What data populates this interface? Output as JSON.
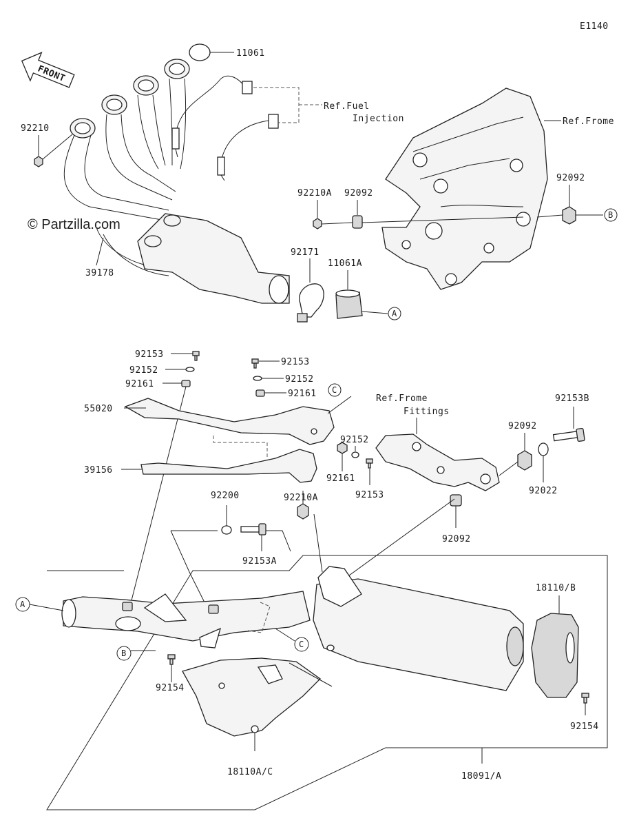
{
  "diagram_code": "E1140",
  "watermark": "© Partzilla.com",
  "front_label": "FRONT",
  "parts": {
    "p11061": "11061",
    "p92210": "92210",
    "p39178": "39178",
    "p92210A_top": "92210A",
    "p92092_top1": "92092",
    "p92092_top2": "92092",
    "p92171": "92171",
    "p11061A": "11061A",
    "p92153_l": "92153",
    "p92152_l": "92152",
    "p92161_l": "92161",
    "p55020": "55020",
    "p39156": "39156",
    "p92153_r": "92153",
    "p92152_r": "92152",
    "p92161_r": "92161",
    "p92152_m": "92152",
    "p92161_m": "92161",
    "p92153_m": "92153",
    "p92153B": "92153B",
    "p92092_r1": "92092",
    "p92022": "92022",
    "p92092_r2": "92092",
    "p92200": "92200",
    "p92210A_mid": "92210A",
    "p92153A": "92153A",
    "p18110B": "18110/B",
    "p92154_l": "92154",
    "p92154_r": "92154",
    "p18110AC": "18110A/C",
    "p18091A": "18091/A"
  },
  "refs": {
    "fuel_line1": "Ref.Fuel",
    "fuel_line2": "Injection",
    "frame": "Ref.Frome",
    "frame_fit1": "Ref.Frome",
    "frame_fit2": "Fittings"
  },
  "callouts": {
    "a_top": "A",
    "b_top": "B",
    "c_top": "C",
    "a_bottom": "A",
    "b_bottom": "B",
    "c_bottom": "C"
  }
}
